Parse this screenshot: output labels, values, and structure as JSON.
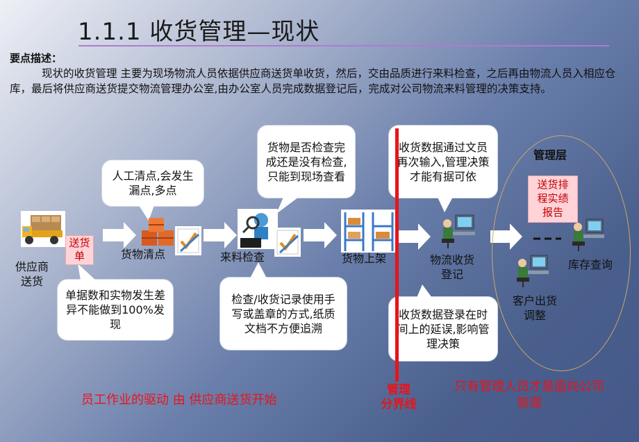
{
  "title": "1.1.1 收货管理—现状",
  "key_points": {
    "label": "要点描述：",
    "text": "现状的收货管理 主要为现场物流人员依据供应商送货单收货，然后，交由品质进行来料检查，之后再由物流人员入相应仓库，最后将供应商送货提交物流管理办公室,由办公室人员完成数据登记后，完成对公司物流来料管理的决策支持。"
  },
  "nodes": {
    "supplier": "供应商\n送货",
    "delivery_note": "送货\n单",
    "count": "货物清点",
    "inspect": "来料检查",
    "shelve": "货物上架",
    "register": "物流收货\n登记",
    "mgmt_layer": "管理层",
    "report": "送货排\n程实绩\n报告",
    "inventory": "库存查询",
    "customer": "客户出货\n调整"
  },
  "callouts": {
    "count_issue": "人工清点,会发生漏点,多点",
    "inspect_issue": "货物是否检查完成还是没有检查,只能到现场查看",
    "register_issue": "收货数据通过文员再次输入,管理决策才能有据可依",
    "note_issue": "单据数和实物发生差异不能做到100%发现",
    "record_issue": "检查/收货记录使用手写或盖章的方式,纸质文档不方便追溯",
    "delay_issue": "收货数据登录在时间上的延误,影响管理决策"
  },
  "footer": {
    "left": "员工作业的驱动 由 供应商送货开始",
    "boundary": "管理\n分界线",
    "right": "只有管理人员才是面向公司\n管理"
  },
  "colors": {
    "accent_red": "#e8141c",
    "divider": "#e8141c",
    "title_rule": "#b07ad0"
  }
}
